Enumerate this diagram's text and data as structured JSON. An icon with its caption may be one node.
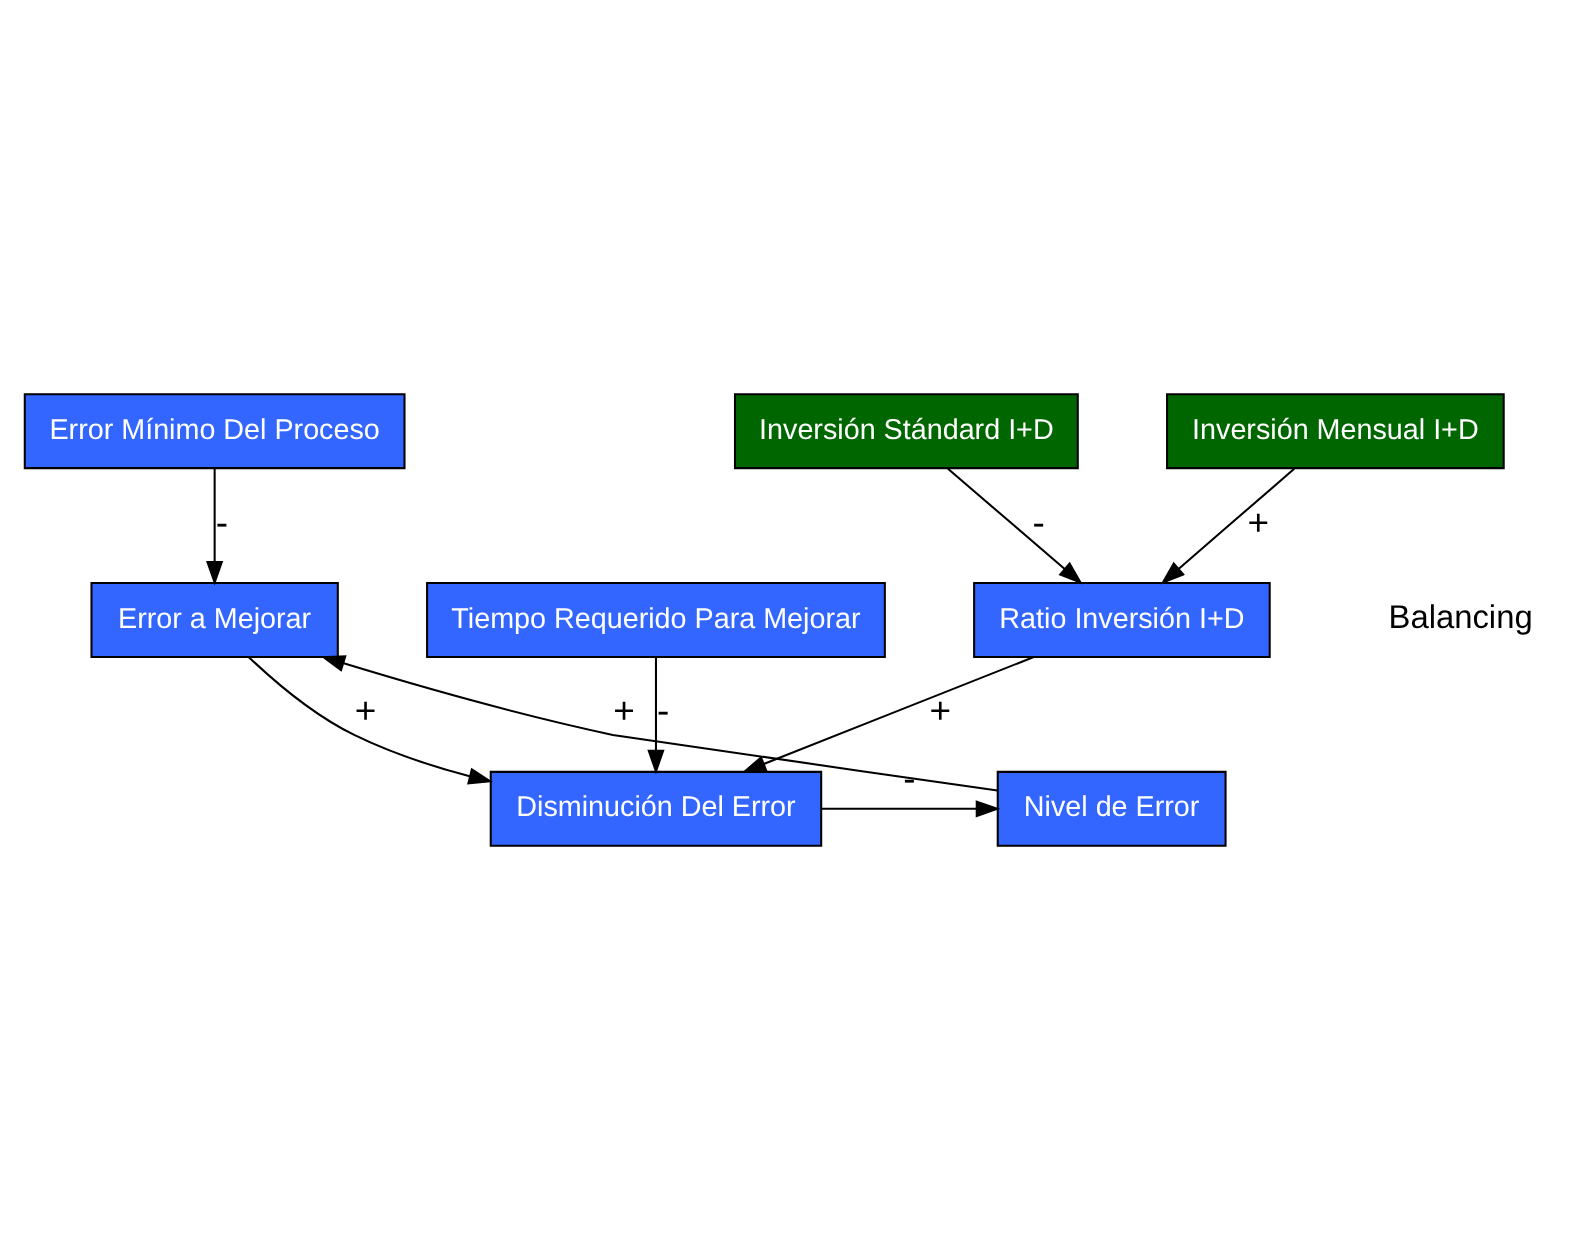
{
  "diagram": {
    "nodes": [
      {
        "text": [
          "Error Mínimo Del Proceso"
        ]
      },
      {
        "text": [
          "Error a Mejorar"
        ]
      },
      {
        "text": [
          "Tiempo Requerido Para Mejorar"
        ]
      },
      {
        "text": [
          "Disminución Del Error"
        ]
      },
      {
        "text": [
          "Nivel de Error"
        ]
      },
      {
        "text": [
          "Ratio Inversión I+D"
        ]
      },
      {
        "text": [
          "Inversión Stándard I+D"
        ]
      },
      {
        "text": [
          "Inversión Mensual I+D"
        ]
      }
    ],
    "edges": [
      {
        "from": 0,
        "to": 1,
        "arrow": "to",
        "label": "-"
      },
      {
        "from": 4,
        "to": 1,
        "arrow": "to",
        "label": "+"
      },
      {
        "from": 1,
        "to": 3,
        "arrow": "to",
        "label": "+"
      },
      {
        "from": 2,
        "to": 3,
        "arrow": "to",
        "label": "-"
      },
      {
        "from": 3,
        "to": 4,
        "arrow": "to",
        "label": "-"
      },
      {
        "from": 5,
        "to": 3,
        "arrow": "to",
        "label": "+"
      },
      {
        "from": 6,
        "to": 5,
        "arrow": "to",
        "label": "-"
      },
      {
        "from": 7,
        "to": 5,
        "arrow": "to",
        "label": "+"
      }
    ],
    "labels": [
      "Balancing"
    ]
  }
}
